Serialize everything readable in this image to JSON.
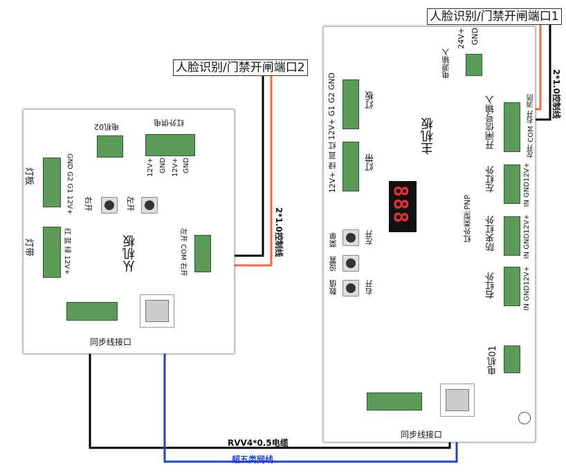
{
  "labels": {
    "face_port1": "人脸识别/门禁开闸端口1",
    "face_port2": "人脸识别/门禁开闸端口2",
    "ctrl_wire_main": "2*1.0控制线",
    "ctrl_wire_slave": "2*1.0控制线",
    "rvv_cable": "RVV4*0.5电缆",
    "net_cable": "超五类网线"
  },
  "main_board": {
    "title": "主机板",
    "power_in": "电源输入",
    "gnd": "GND",
    "v24": "24V+",
    "lamp_board": "灯板",
    "lamp_board_pins": "12V+ G1 G2 GND",
    "light_strip": "灯带",
    "light_strip_pins": "12V+ 绿 蓝 红",
    "open_signal": "开闸信号输入",
    "open_pins": "左开 COM 右开 消防",
    "left_ir": "左红外",
    "left_ir_pins": "IN GND12V+",
    "anti_pinch_ir": "防夹红外",
    "anti_pinch_pins": "IN GND12V+",
    "right_ir": "右红外",
    "right_ir_pins": "IN GND12V+",
    "ir_type": "红外类型:PNP",
    "motor": "电机01",
    "btn_left": "左开",
    "btn_right": "右开",
    "btn_menu": "菜单",
    "btn_set": "设置",
    "btn_value": "数值",
    "sync_port": "同步线接口",
    "display": "888"
  },
  "slave_board": {
    "title": "从机板",
    "motor": "电机02",
    "ir_power": "红外供电",
    "ir_power_pins": [
      "GND",
      "12V+",
      "GND",
      "12V+"
    ],
    "lamp_board": "灯板",
    "lamp_board_pins": "GND G2 G1 12V+",
    "light_strip": "灯带",
    "light_strip_pins": "红 蓝 绿 12V+",
    "btn_right": "右开",
    "btn_left": "左开",
    "open_pins": "左开 COM 右开",
    "sync_port": "同步线接口"
  },
  "colors": {
    "wire_black": "#000000",
    "wire_orange": "#f26b3a",
    "wire_blue": "#1f3fd6",
    "terminal_green": "#5a9b5a",
    "net_label": "#1f3fd6"
  }
}
